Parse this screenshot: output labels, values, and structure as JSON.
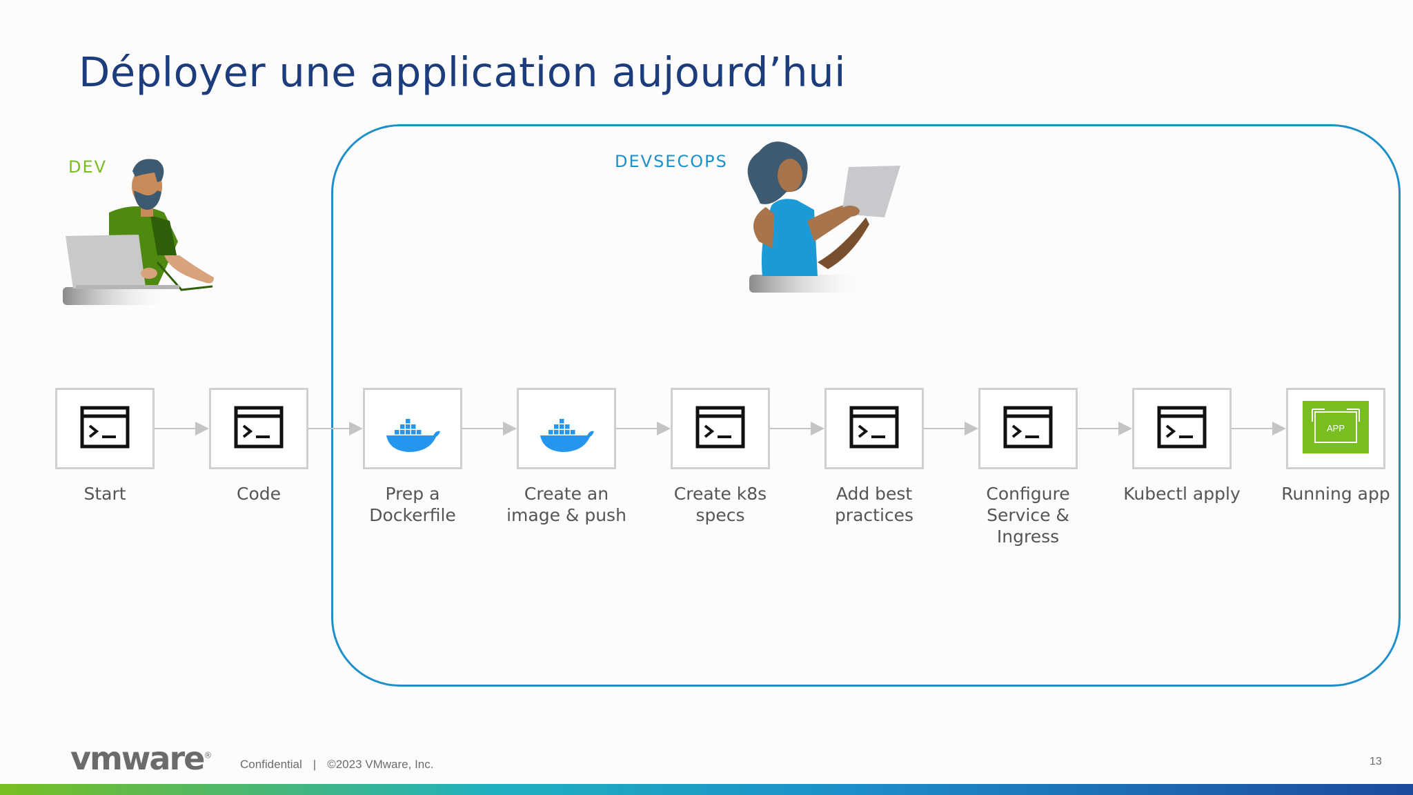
{
  "slide": {
    "title": "Déployer une application aujourd’hui",
    "roles": {
      "dev": "DEV",
      "devsecops": "DEVSECOPS"
    },
    "colors": {
      "title": "#1d3c7c",
      "dev": "#78be20",
      "devsecops": "#1d8fc9",
      "app_green": "#78be20",
      "docker_blue": "#2496ed"
    },
    "steps": [
      {
        "label": "Start",
        "icon": "terminal-icon"
      },
      {
        "label": "Code",
        "icon": "terminal-icon"
      },
      {
        "label": "Prep a Dockerfile",
        "icon": "docker-whale-icon"
      },
      {
        "label": "Create an image & push",
        "icon": "docker-whale-icon"
      },
      {
        "label": "Create k8s specs",
        "icon": "terminal-icon"
      },
      {
        "label": "Add best practices",
        "icon": "terminal-icon"
      },
      {
        "label": "Configure Service & Ingress",
        "icon": "terminal-icon"
      },
      {
        "label": "Kubectl apply",
        "icon": "terminal-icon"
      },
      {
        "label": "Running app",
        "icon": "app-icon"
      }
    ],
    "app_icon_text": "APP"
  },
  "footer": {
    "logo": "vmware",
    "logo_mark": "®",
    "confidential": "Confidential",
    "separator": "|",
    "copyright": "©2023 VMware, Inc.",
    "page_number": "13"
  }
}
